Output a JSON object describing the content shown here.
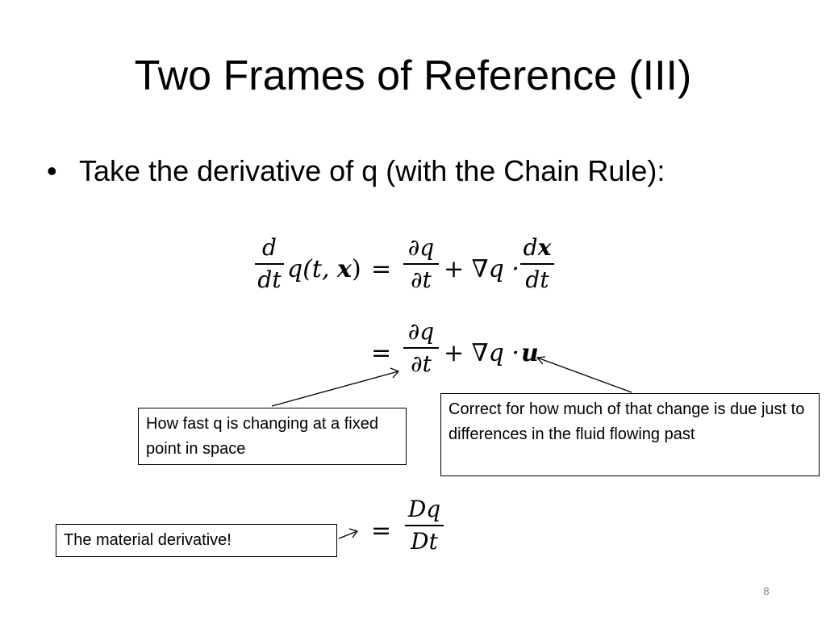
{
  "slide": {
    "title": "Two Frames of Reference (III)",
    "bullet": "Take the derivative of q (with the Chain Rule):",
    "page_number": "8"
  },
  "equations": {
    "line1": {
      "lhs_num": "d",
      "lhs_den": "dt",
      "lhs_func": "q(t, ",
      "lhs_x": "x",
      "lhs_close": ")",
      "eq": "=",
      "partial_num": "∂q",
      "partial_den": "∂t",
      "plus": "+ ∇q ·",
      "dx_num_d": "d",
      "dx_num_x": "x",
      "dx_den": "dt"
    },
    "line2": {
      "eq": "=",
      "partial_num": "∂q",
      "partial_den": "∂t",
      "plus": "+ ∇q ·",
      "u": "u"
    },
    "line3": {
      "eq": "=",
      "num": "Dq",
      "den": "Dt"
    }
  },
  "notes": {
    "partial_note": "How fast q is changing at a fixed point in space",
    "advection_note": "Correct for how much of that change is due just to differences in the fluid flowing past",
    "material_note": "The material derivative!"
  }
}
